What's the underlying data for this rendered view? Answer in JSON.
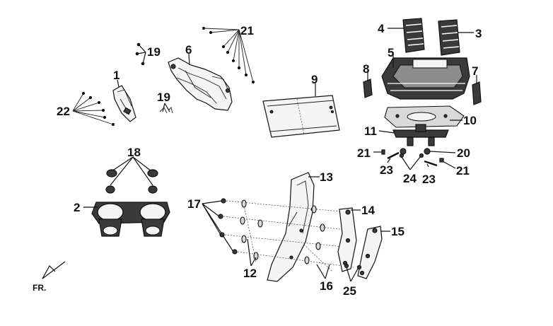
{
  "diagram": {
    "callouts": {
      "c1": "1",
      "c2": "2",
      "c3": "3",
      "c4": "4",
      "c5": "5",
      "c6": "6",
      "c7": "7",
      "c8": "8",
      "c9": "9",
      "c10": "10",
      "c11": "11",
      "c12": "12",
      "c13": "13",
      "c14": "14",
      "c15": "15",
      "c16": "16",
      "c17": "17",
      "c18": "18",
      "c19a": "19",
      "c19b": "19",
      "c20": "20",
      "c21a": "21",
      "c21b": "21",
      "c21c": "21",
      "c22": "22",
      "c23a": "23",
      "c23b": "23",
      "c24": "24",
      "c25": "25"
    },
    "front_marker": "FR."
  }
}
